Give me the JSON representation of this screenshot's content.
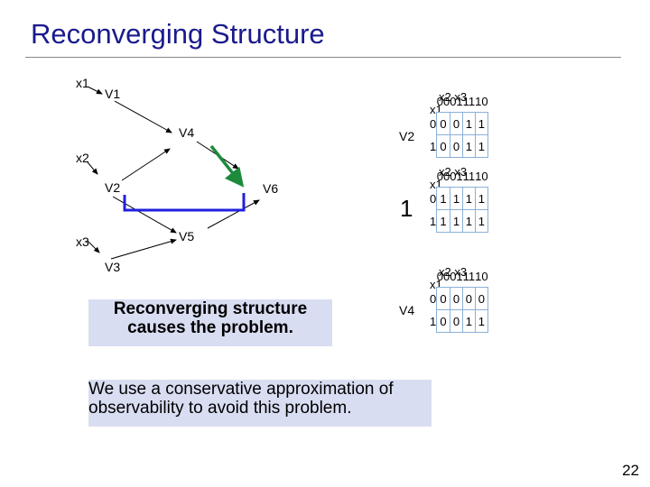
{
  "title": "Reconverging Structure",
  "inputs": [
    "x1",
    "x2",
    "x3"
  ],
  "nodes": {
    "v1": "V1",
    "v2": "V2",
    "v3": "V3",
    "v4": "V4",
    "v5": "V5",
    "v6": "V6"
  },
  "big_one": "1",
  "side_labels": {
    "top": "V2",
    "bottom": "V4"
  },
  "kmap_header": {
    "cols_var": "x2 x3",
    "rows_var": "x1",
    "cols": [
      "00",
      "01",
      "11",
      "10"
    ],
    "rows": [
      "0",
      "1"
    ]
  },
  "kmaps": [
    {
      "cells": [
        [
          "0",
          "0",
          "1",
          "1"
        ],
        [
          "0",
          "0",
          "1",
          "1"
        ]
      ]
    },
    {
      "cells": [
        [
          "1",
          "1",
          "1",
          "1"
        ],
        [
          "1",
          "1",
          "1",
          "1"
        ]
      ]
    },
    {
      "cells": [
        [
          "0",
          "0",
          "0",
          "0"
        ],
        [
          "0",
          "0",
          "1",
          "1"
        ]
      ]
    }
  ],
  "callouts": {
    "first": "Reconverging structure causes the problem.",
    "second": "We use a conservative approximation of observability to avoid this problem."
  },
  "colors": {
    "title": "#1a1a8c",
    "blue_path": "#2020e0",
    "green_path": "#1e8a3c",
    "callout_bg": "#d9ddf2"
  },
  "page_number": "22"
}
